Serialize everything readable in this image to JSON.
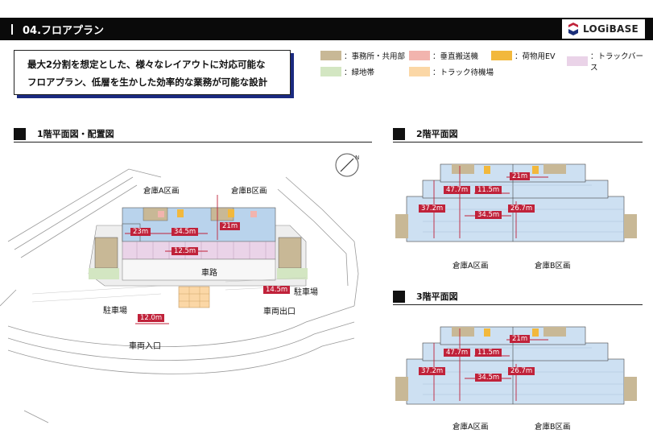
{
  "header": {
    "title": "04.フロアプラン",
    "logo_text": "LOGiBASE"
  },
  "headline": {
    "line1": "最大2分割を想定とした、様々なレイアウトに対応可能な",
    "line2": "フロアプラン、低層を生かした効率的な業務が可能な設計"
  },
  "legend": [
    {
      "label": "：事務所・共用部",
      "color": "#c8b896"
    },
    {
      "label": "：垂直搬送機",
      "color": "#f2b4ae"
    },
    {
      "label": "：荷物用EV",
      "color": "#f2b83c"
    },
    {
      "label": "：トラックバース",
      "color": "#ead3e8"
    },
    {
      "label": "：緑地帯",
      "color": "#d3e6c2"
    },
    {
      "label": "：トラック待機場",
      "color": "#fbd7a6"
    }
  ],
  "floor1": {
    "heading": "1階平面図・配置図",
    "warehouse_a": "倉庫A区画",
    "warehouse_b": "倉庫B区画",
    "dims": [
      "23m",
      "34.5m",
      "21m",
      "12.5m",
      "14.5m",
      "12.0m"
    ],
    "road": "車路",
    "parking_right": "駐車場",
    "parking_left": "駐車場",
    "exit": "車両出口",
    "entrance": "車両入口",
    "compass": "N"
  },
  "floor2": {
    "heading": "2階平面図",
    "dims": [
      "47.7m",
      "11.5m",
      "21m",
      "37.2m",
      "34.5m",
      "26.7m"
    ],
    "warehouse_a": "倉庫A区画",
    "warehouse_b": "倉庫B区画"
  },
  "floor3": {
    "heading": "3階平面図",
    "dims": [
      "47.7m",
      "11.5m",
      "21m",
      "37.2m",
      "34.5m",
      "26.7m"
    ],
    "warehouse_a": "倉庫A区画",
    "warehouse_b": "倉庫B区画"
  }
}
